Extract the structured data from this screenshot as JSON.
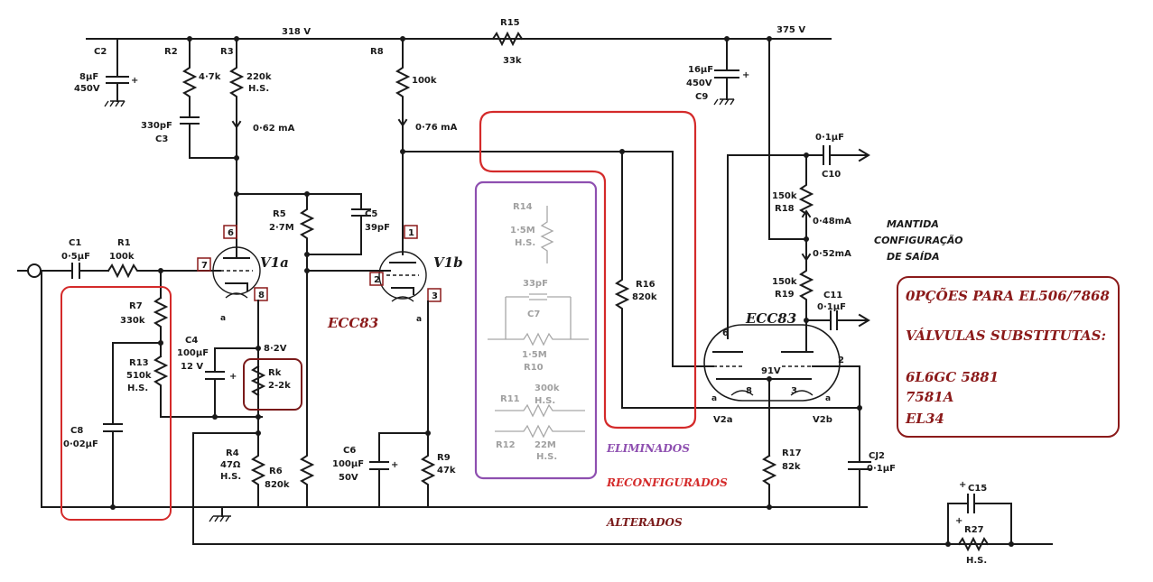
{
  "rails": {
    "v318": "318 V",
    "v375": "375 V"
  },
  "components": {
    "c1": {
      "ref": "C1",
      "value": "0·5μF"
    },
    "r1": {
      "ref": "R1",
      "value": "100k"
    },
    "c2": {
      "ref": "C2",
      "value1": "8μF",
      "value2": "450V"
    },
    "r2": {
      "ref": "R2",
      "value": "4·7k"
    },
    "r3": {
      "ref": "R3",
      "value1": "220k",
      "value2": "H.S.",
      "current": "0·62 mA"
    },
    "c3": {
      "ref": "C3",
      "value": "330pF"
    },
    "r5": {
      "ref": "R5",
      "value": "2·7M"
    },
    "c5": {
      "ref": "C5",
      "value": "39pF"
    },
    "r8": {
      "ref": "R8",
      "value": "100k",
      "current": "0·76 mA"
    },
    "r15": {
      "ref": "R15",
      "value": "33k"
    },
    "c9": {
      "ref": "C9",
      "value1": "16μF",
      "value2": "450V"
    },
    "c10": {
      "ref": "C10",
      "value": "0·1μF"
    },
    "r18": {
      "ref": "R18",
      "value": "150k",
      "current": "0·48mA"
    },
    "r19": {
      "ref": "R19",
      "value": "150k",
      "current": "0·52mA"
    },
    "c11": {
      "ref": "C11",
      "value": "0·1μF"
    },
    "r7": {
      "ref": "R7",
      "value": "330k"
    },
    "r13": {
      "ref": "R13",
      "value1": "510k",
      "value2": "H.S."
    },
    "c8": {
      "ref": "C8",
      "value": "0·02μF"
    },
    "c4": {
      "ref": "C4",
      "value1": "100μF",
      "value2": "12 V",
      "voltage": "8·2V"
    },
    "rk": {
      "ref": "Rk",
      "value": "2-2k"
    },
    "r4": {
      "ref": "R4",
      "value1": "47Ω",
      "value2": "H.S."
    },
    "r6": {
      "ref": "R6",
      "value": "820k"
    },
    "c6": {
      "ref": "C6",
      "value1": "100μF",
      "value2": "50V"
    },
    "r9": {
      "ref": "R9",
      "value": "47k"
    },
    "r16": {
      "ref": "R16",
      "value": "820k"
    },
    "r17": {
      "ref": "R17",
      "value": "82k",
      "voltage": "91V"
    },
    "c12": {
      "ref": "CJ2",
      "value": "0·1μF"
    },
    "c15": {
      "ref": "C15"
    },
    "r27": {
      "ref": "R27",
      "value": "H.S."
    }
  },
  "ghost_components": {
    "r14": {
      "ref": "R14",
      "value1": "1·5M",
      "value2": "H.S."
    },
    "c7": {
      "ref": "C7",
      "value": "33pF"
    },
    "r10": {
      "ref": "R10",
      "value": "1·5M"
    },
    "r11": {
      "ref": "R11",
      "value1": "300k",
      "value2": "H.S."
    },
    "r12": {
      "ref": "R12",
      "value1": "22M",
      "value2": "H.S."
    }
  },
  "tubes": {
    "v1a": "V1a",
    "v1b": "V1b",
    "v2a": "V2a",
    "v2b": "V2b",
    "ecc83_left": "ECC83",
    "ecc83_right": "ECC83"
  },
  "pins": {
    "p6": "6",
    "p7": "7",
    "p8": "8",
    "p1": "1",
    "p2": "2",
    "p3": "3",
    "v2_p6": "6",
    "v2_p8": "8",
    "v2_p3": "3",
    "v2_p2": "2",
    "heater_a": "a"
  },
  "notes": {
    "mantida": [
      "MANTIDA",
      "CONFIGURAÇÃO",
      "DE SAÍDA"
    ],
    "eliminados": "ELIMINADOS",
    "reconfigurados": "RECONFIGURADOS",
    "alterados": "ALTERADOS"
  },
  "options_box": {
    "line1": "0PÇÕES PARA EL506/7868",
    "line2": "VÁLVULAS SUBSTITUTAS:",
    "line3": "6L6GC  5881",
    "line4": "7581A",
    "line5": "EL34"
  },
  "colors": {
    "wire": "#1a1a1a",
    "ghost": "#a8a8a8",
    "eliminados": "#8e4fb0",
    "reconfigurados": "#d42a2a",
    "alterados": "#7a1a1a",
    "options": "#8b1a1a"
  }
}
